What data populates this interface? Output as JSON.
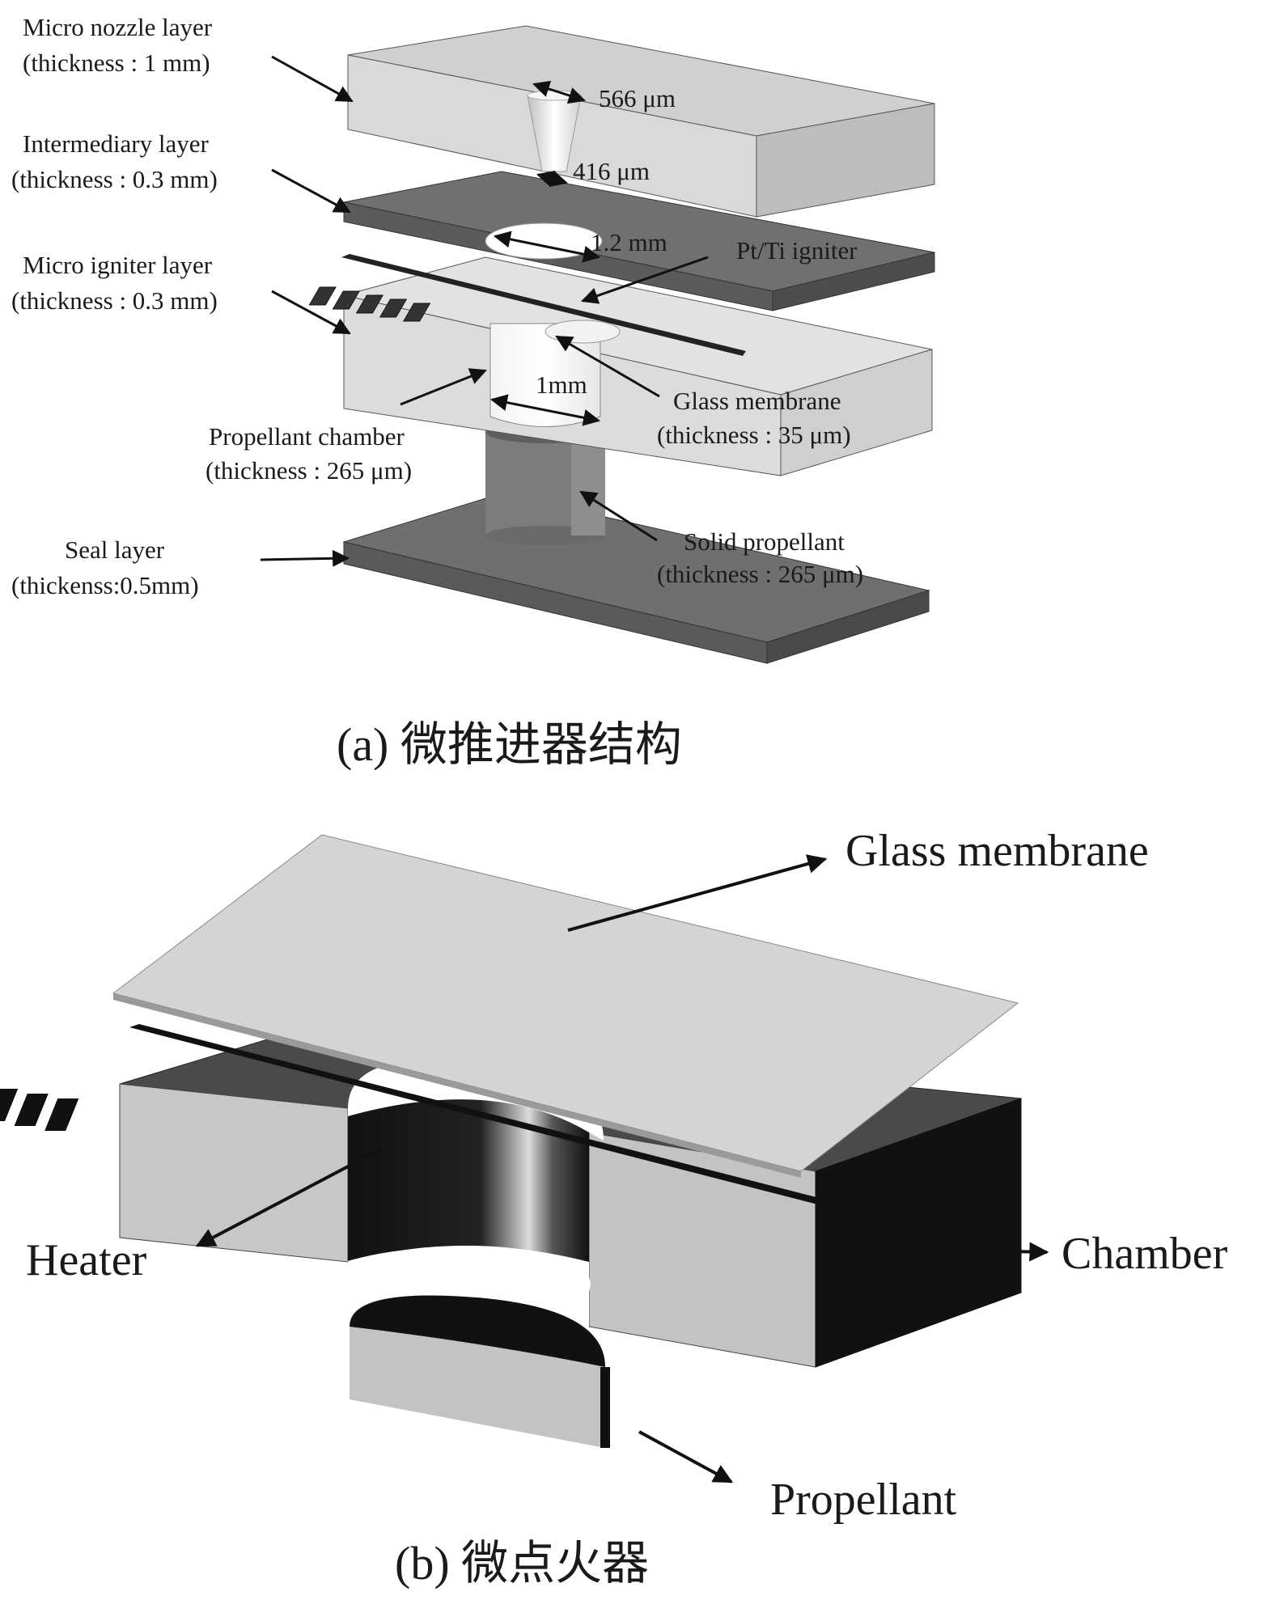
{
  "part_a": {
    "labels": {
      "nozzle_layer": [
        "Micro nozzle layer",
        "(thickness : 1 mm)"
      ],
      "intermediary_layer": [
        "Intermediary layer",
        "(thickness : 0.3 mm)"
      ],
      "igniter_layer": [
        "Micro igniter layer",
        "(thickness : 0.3 mm)"
      ],
      "propellant_chamber": [
        "Propellant  chamber",
        "(thickness : 265 μm)"
      ],
      "seal_layer": [
        "Seal layer",
        "(thickenss:0.5mm)"
      ],
      "glass_membrane": [
        "Glass membrane",
        "(thickness : 35 μm)"
      ],
      "solid_propellant": [
        "Solid propellant",
        "(thickness : 265 μm)"
      ]
    },
    "dimensions": {
      "nozzle_top": "566 μm",
      "nozzle_bottom": "416 μm",
      "intermediary_hole": "1.2  mm",
      "chamber_diameter": "1mm",
      "igniter": "Pt/Ti igniter"
    },
    "caption": "(a) 微推进器结构"
  },
  "part_b": {
    "labels": {
      "glass_membrane": "Glass membrane",
      "heater": "Heater",
      "chamber": "Chamber",
      "propellant": "Propellant"
    },
    "caption": "(b) 微点火器"
  },
  "colors": {
    "light_gray": "#d9d9d9",
    "mid_gray": "#7a7a7a",
    "dark_gray": "#4d4d4d",
    "black": "#111111",
    "white": "#ffffff"
  }
}
